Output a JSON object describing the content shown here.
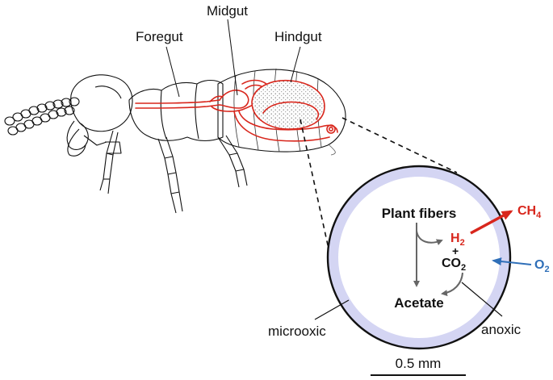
{
  "gut_labels": {
    "foregut": "Foregut",
    "midgut": "Midgut",
    "hindgut": "Hindgut"
  },
  "inset": {
    "plant_fibers": "Plant fibers",
    "h2": "H",
    "h2_sub": "2",
    "plus": "+",
    "co2": "CO",
    "co2_sub": "2",
    "acetate": "Acetate",
    "ch4": "CH",
    "ch4_sub": "4",
    "o2": "O",
    "o2_sub": "2",
    "microoxic": "microoxic",
    "anoxic": "anoxic"
  },
  "scale_bar": {
    "label": "0.5 mm"
  },
  "colors": {
    "gut_red": "#d8261c",
    "oxygen_blue": "#2f6fb8",
    "microoxic_ring": "#d4d5f3",
    "outline": "#111111"
  }
}
